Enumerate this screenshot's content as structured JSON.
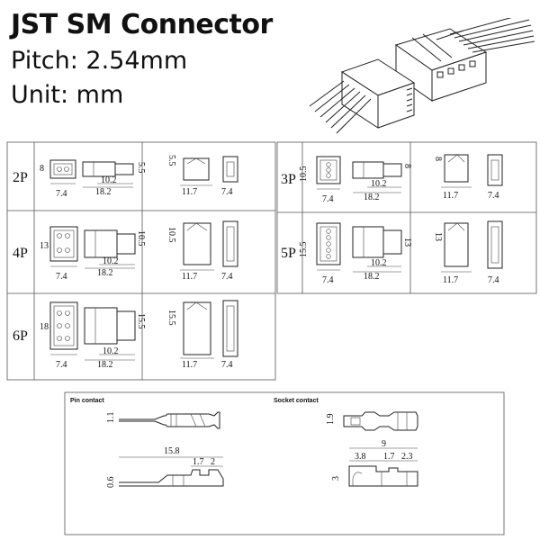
{
  "header": {
    "title": "JST SM Connector",
    "pitch": "Pitch: 2.54mm",
    "unit": "Unit: mm"
  },
  "table_left": {
    "rows": [
      {
        "label": "2P",
        "h_front": "8",
        "w_front": "7.4",
        "h_side": "5.5",
        "side_a": "10.2",
        "side_b": "18.2",
        "h_top": "5.5",
        "w_top": "11.7",
        "w_end": "7.4"
      },
      {
        "label": "4P",
        "h_front": "13",
        "w_front": "7.4",
        "h_side": "10.5",
        "side_a": "10.2",
        "side_b": "18.2",
        "h_top": "10.5",
        "w_top": "11.7",
        "w_end": "7.4"
      },
      {
        "label": "6P",
        "h_front": "18",
        "w_front": "7.4",
        "h_side": "15.5",
        "side_a": "10.2",
        "side_b": "18.2",
        "h_top": "15.5",
        "w_top": "11.7",
        "w_end": "7.4"
      }
    ]
  },
  "table_right": {
    "rows": [
      {
        "label": "3P",
        "h_front": "10.5",
        "w_front": "7.4",
        "h_side": "8",
        "side_a": "10.2",
        "side_b": "18.2",
        "h_top": "8",
        "w_top": "11.7",
        "w_end": "7.4"
      },
      {
        "label": "5P",
        "h_front": "15.5",
        "w_front": "7.4",
        "h_side": "13",
        "side_a": "10.2",
        "side_b": "18.2",
        "h_top": "13",
        "w_top": "11.7",
        "w_end": "7.4"
      }
    ]
  },
  "contacts": {
    "pin_title": "Pin contact",
    "socket_title": "Socket contact",
    "pin_height": "1.1",
    "pin_length": "15.8",
    "pin_d1": "1.7",
    "pin_d2": "2",
    "pin_thick": "0.6",
    "socket_height": "1.9",
    "socket_length": "9",
    "socket_d1": "3.8",
    "socket_d2": "1.7",
    "socket_d3": "2.3",
    "socket_h": "3"
  }
}
